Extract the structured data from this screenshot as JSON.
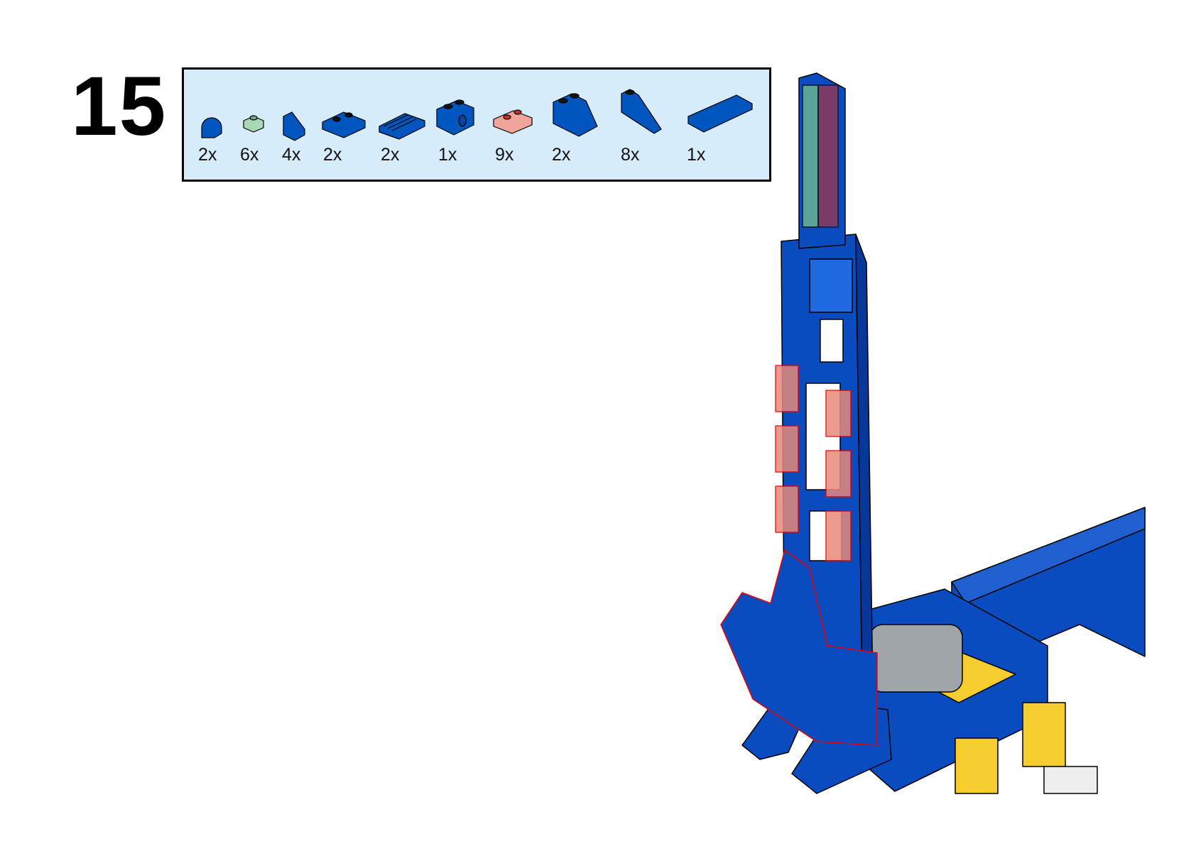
{
  "step_number": "15",
  "parts_list": [
    {
      "qty": "2x",
      "icon": "round-tile-1x1",
      "color": "#0055bf"
    },
    {
      "qty": "6x",
      "icon": "plate-1x1",
      "color": "#9fd3ae"
    },
    {
      "qty": "4x",
      "icon": "slope-1x1",
      "color": "#0055bf"
    },
    {
      "qty": "2x",
      "icon": "plate-1x2",
      "color": "#0055bf"
    },
    {
      "qty": "2x",
      "icon": "grille-tile-1x2",
      "color": "#0055bf"
    },
    {
      "qty": "1x",
      "icon": "technic-brick-1x2",
      "color": "#0055bf"
    },
    {
      "qty": "9x",
      "icon": "plate-1x2-trans",
      "color": "#f0a49a"
    },
    {
      "qty": "2x",
      "icon": "slope-2x2",
      "color": "#0055bf"
    },
    {
      "qty": "8x",
      "icon": "slope-1x3",
      "color": "#0055bf"
    },
    {
      "qty": "1x",
      "icon": "tile-2x4",
      "color": "#0055bf"
    }
  ],
  "colors": {
    "panel": "#d6ecfb",
    "blue": "#0055bf",
    "yellow": "#f5cd2f",
    "gray": "#a0a5a9",
    "trans_red": "#e8897c",
    "trans_green": "#6fb98f"
  }
}
